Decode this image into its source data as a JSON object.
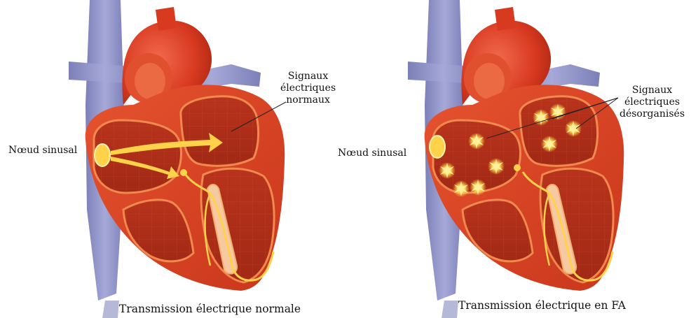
{
  "left_panel": {
    "callout_lines": [
      "Signaux",
      "électriques",
      "normaux"
    ],
    "node_label": "Nœud sinusal",
    "caption": "Transmission électrique normale"
  },
  "right_panel": {
    "callout_lines": [
      "Signaux",
      "électriques",
      "désorganisés"
    ],
    "node_label": "Nœud sinusal",
    "caption": "Transmission électrique en FA"
  },
  "colors": {
    "heart_outer": "#d2381f",
    "heart_inner": "#b5321d",
    "vein": "#8f93c7",
    "signal": "#ffd24a"
  }
}
